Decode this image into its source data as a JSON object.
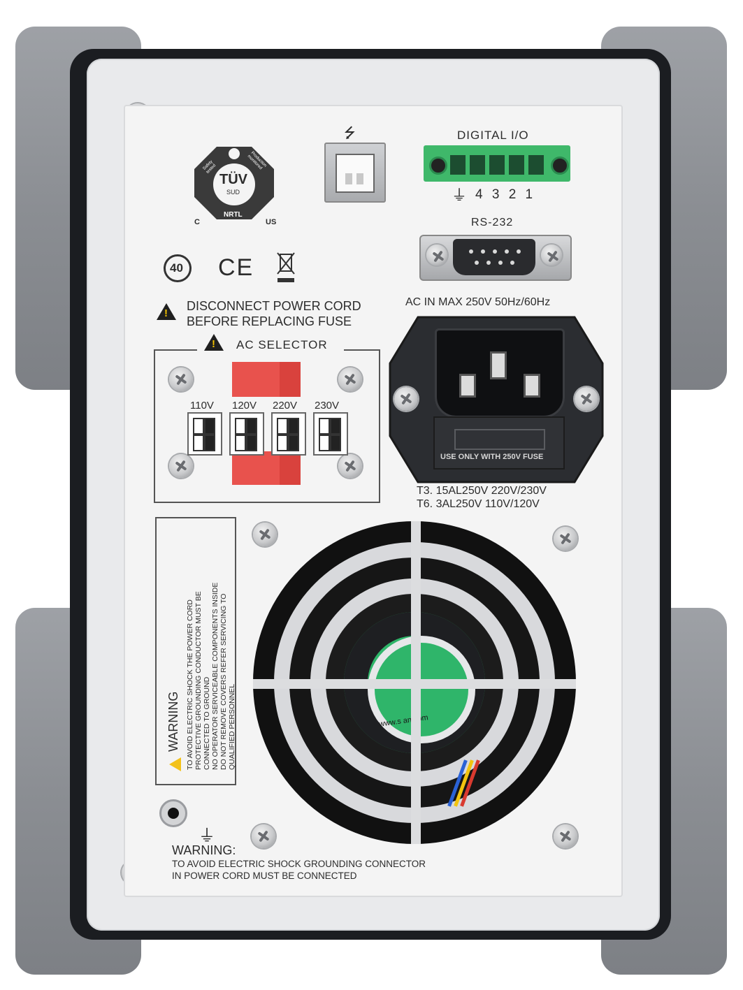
{
  "certification": {
    "brand": "TÜV",
    "sub": "SUD",
    "mark": "NRTL",
    "left": "C",
    "right": "US",
    "top_left": "Safety tested",
    "top_right": "Production monitored"
  },
  "marks": {
    "eco_label": "40",
    "ce": "CE"
  },
  "ports": {
    "digital_io_label": "DIGITAL I/O",
    "digital_io_pins": "4 3 2 1",
    "rs232_label": "RS-232",
    "ac_in_label": "AC IN MAX 250V  50Hz/60Hz"
  },
  "fuse_warning": {
    "line1": "DISCONNECT POWER CORD",
    "line2": "BEFORE REPLACING FUSE"
  },
  "ac_selector": {
    "title": "AC SELECTOR",
    "voltages": [
      "110V",
      "120V",
      "220V",
      "230V"
    ]
  },
  "fuse_holder": {
    "label": "USE ONLY WITH 250V FUSE",
    "rating1": "T3. 15AL250V  220V/230V",
    "rating2": "T6. 3AL250V  110V/120V"
  },
  "side_warning": {
    "title": "WARNING",
    "line1": "TO AVOID ELECTRIC SHOCK THE POWER CORD",
    "line2": "PROTECTIVE GROUNDING CONDUCTOR MUST BE",
    "line3": "CONNECTED TO GROUND",
    "line4": "NO OPERATOR SERVICEABLE COMPONENTS INSIDE",
    "line5": "DO NOT REMOVE COVERS REFER SERVICING TO",
    "line6": "QUALIFIED PERSONNEL"
  },
  "fan": {
    "text": "www.s          an.com"
  },
  "ground_warning": {
    "title": "WARNING:",
    "line1": "TO AVOID ELECTRIC SHOCK GROUNDING CONNECTOR",
    "line2": " IN POWER CORD MUST BE CONNECTED"
  },
  "colors": {
    "bumper": "#8b8e93",
    "housing": "#e9eaec",
    "terminal_green": "#3fb86a",
    "selector_red": "#e8524d",
    "fan_green": "#2fb56a"
  }
}
